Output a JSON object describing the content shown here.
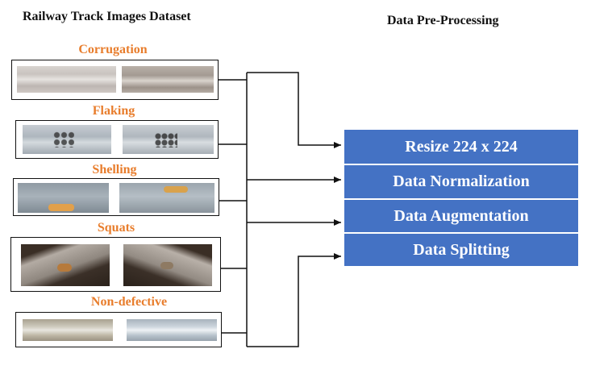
{
  "left_title": "Railway Track Images Dataset",
  "right_title": "Data Pre-Processing",
  "categories": [
    {
      "label": "Corrugation"
    },
    {
      "label": "Flaking"
    },
    {
      "label": "Shelling"
    },
    {
      "label": "Squats"
    },
    {
      "label": "Non-defective"
    }
  ],
  "steps": [
    {
      "label": "Resize 224 x 224"
    },
    {
      "label": "Data Normalization"
    },
    {
      "label": "Data Augmentation"
    },
    {
      "label": "Data Splitting"
    }
  ],
  "colors": {
    "category_label": "#e87d2c",
    "step_fill": "#4472c4",
    "step_text": "#ffffff",
    "line": "#111111"
  }
}
